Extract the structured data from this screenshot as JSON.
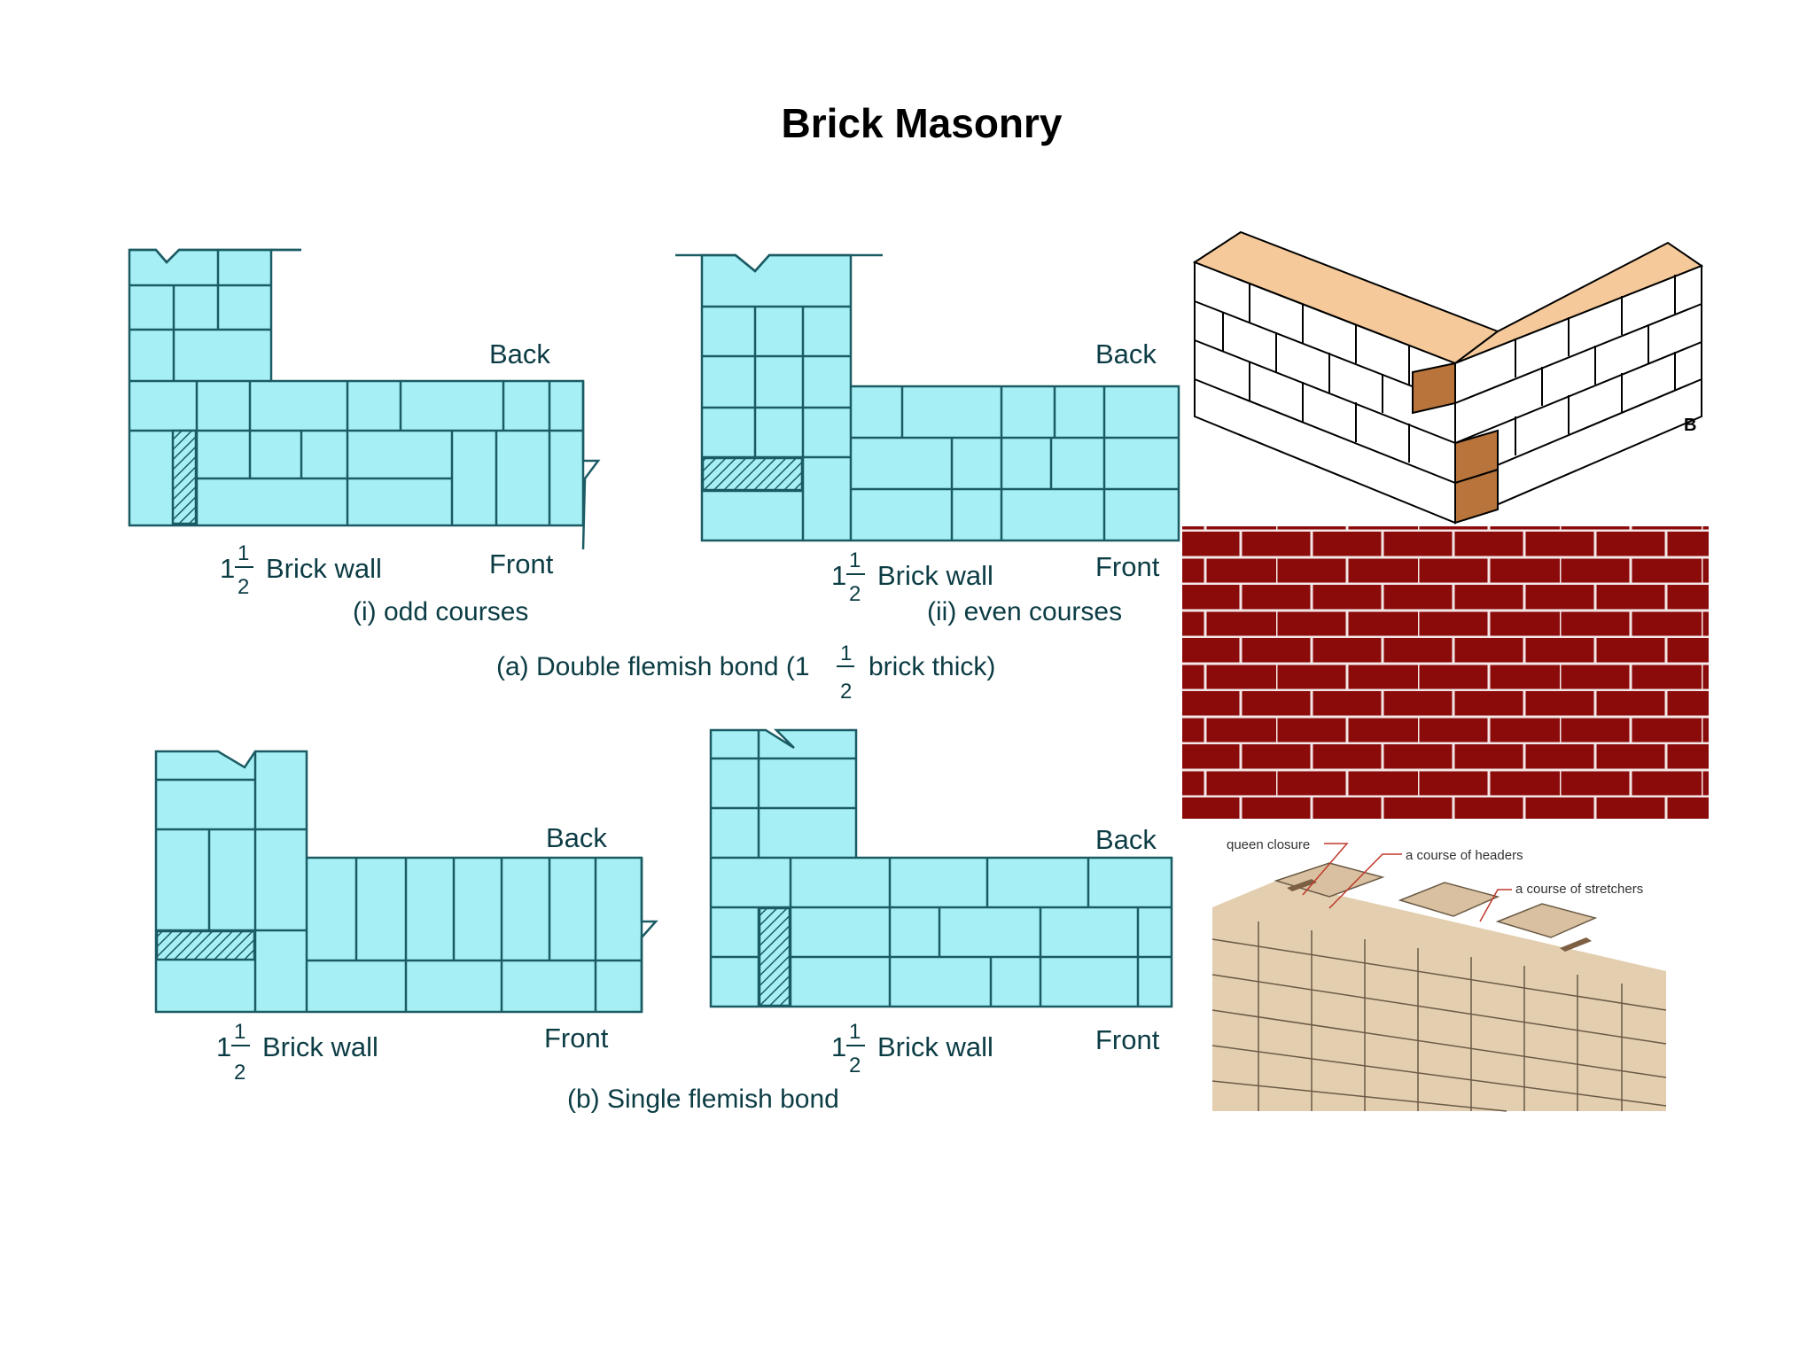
{
  "slide": {
    "title": "Brick Masonry"
  },
  "diagram_a": {
    "odd": {
      "back": "Back",
      "front": "Front",
      "wall_whole": "1",
      "wall_num": "1",
      "wall_den": "2",
      "wall_label": "Brick wall",
      "caption": "(i) odd courses"
    },
    "even": {
      "back": "Back",
      "front": "Front",
      "wall_whole": "1",
      "wall_num": "1",
      "wall_den": "2",
      "wall_label": "Brick wall",
      "caption": "(ii) even courses"
    },
    "caption_pre": "(a) Double flemish bond (1",
    "caption_num": "1",
    "caption_den": "2",
    "caption_post": "brick thick)"
  },
  "diagram_b": {
    "left": {
      "back": "Back",
      "front": "Front",
      "wall_whole": "1",
      "wall_num": "1",
      "wall_den": "2",
      "wall_label": "Brick wall"
    },
    "right": {
      "back": "Back",
      "front": "Front",
      "wall_whole": "1",
      "wall_num": "1",
      "wall_den": "2",
      "wall_label": "Brick wall"
    },
    "caption": "(b) Single flemish bond"
  },
  "corner_photo": {
    "marker": "B"
  },
  "bond_photo": {
    "queen_closure": "queen closure",
    "course_headers": "a course of headers",
    "course_stretchers": "a course of stretchers"
  },
  "colors": {
    "plan_fill": "#a6f0f5",
    "plan_stroke": "#1b5b63",
    "wall_red": "#8b0a0a",
    "brick_tan": "#e3cfb0",
    "brick_top": "#f5c99a",
    "closure": "#b8743a"
  }
}
